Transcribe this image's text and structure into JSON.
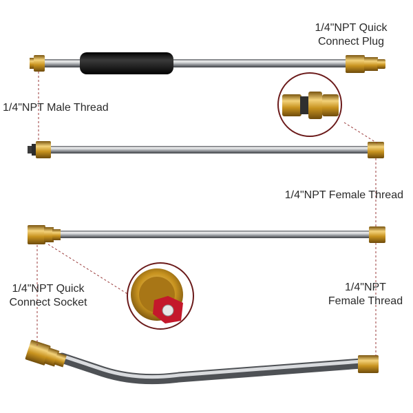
{
  "labels": {
    "quick_connect_plug": [
      "1/4\"NPT Quick",
      "Connect Plug"
    ],
    "male_thread": "1/4\"NPT Male Thread",
    "female_thread_1": "1/4\"NPT Female Thread",
    "quick_connect_socket": [
      "1/4\"NPT Quick",
      "Connect Socket"
    ],
    "female_thread_2": [
      "1/4\"NPT",
      "Female Thread"
    ]
  },
  "colors": {
    "steel_light": "#f4f4f4",
    "steel_mid": "#b9bcc0",
    "steel_dark": "#5b5e63",
    "brass_light": "#f3d27a",
    "brass_mid": "#c8931f",
    "brass_dark": "#7a5510",
    "grip": "#1d1d1d",
    "red_tip": "#c4182b",
    "dashed_line": "#9a3a3a"
  }
}
